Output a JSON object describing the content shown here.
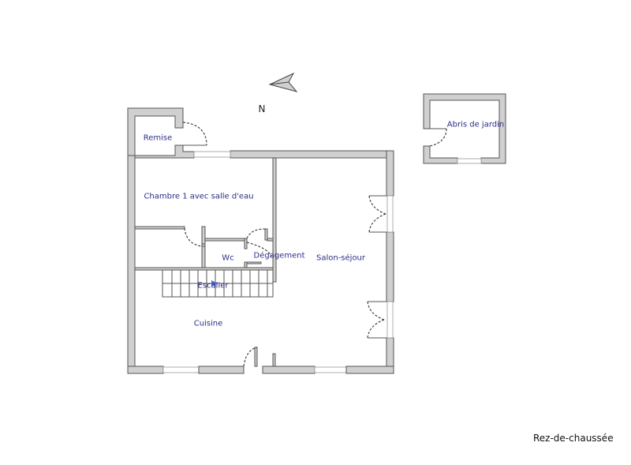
{
  "plan": {
    "title": "Rez-de-chaussée",
    "north_label": "N",
    "accent_color": "#2d2d8a",
    "wall_color": "#d0d0d0",
    "rooms": [
      {
        "id": "remise",
        "label": "Remise"
      },
      {
        "id": "chambre",
        "label": "Chambre 1 avec salle d'eau"
      },
      {
        "id": "wc",
        "label": "Wc"
      },
      {
        "id": "degagement",
        "label": "Dégagement"
      },
      {
        "id": "salon",
        "label": "Salon-séjour"
      },
      {
        "id": "escalier",
        "label": "Escalier"
      },
      {
        "id": "cuisine",
        "label": "Cuisine"
      },
      {
        "id": "abris",
        "label": "Abris de jardin"
      }
    ]
  }
}
